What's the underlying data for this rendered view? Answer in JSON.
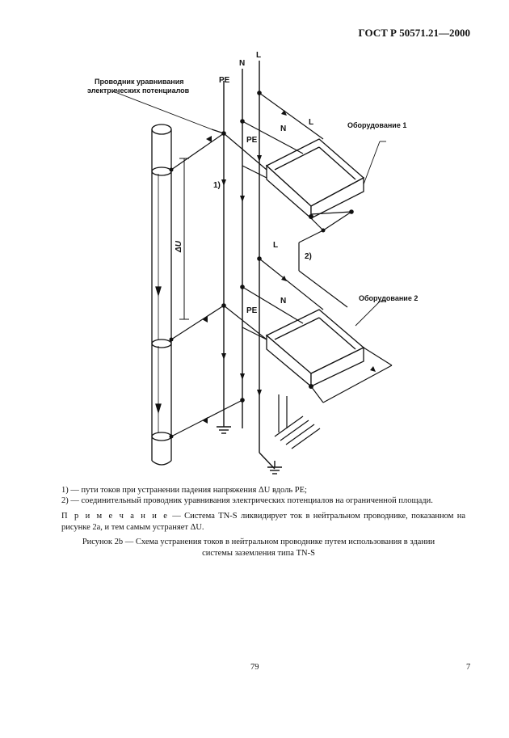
{
  "header": {
    "doc_code": "ГОСТ Р 50571.21—2000"
  },
  "figure": {
    "label_conductor_line1": "Проводник уравнивания",
    "label_conductor_line2": "электрических потенциалов",
    "label_N": "N",
    "label_L": "L",
    "label_PE": "PE",
    "label_1": "1)",
    "label_2": "2)",
    "label_dU": "ΔU",
    "label_equipment_1": "Оборудование 1",
    "label_equipment_2": "Оборудование 2"
  },
  "footnotes": {
    "note1": "1) — пути токов при устранении падения напряжения ΔU вдоль PE;",
    "note2": "2) — соединительный проводник уравнивания электрических потенциалов на ограниченной площади."
  },
  "remark": {
    "lead": "П р и м е ч а н и е",
    "text": " — Система TN-S ликвидирует ток в нейтральном проводнике, показанном на рисунке 2а, и тем самым устраняет ΔU."
  },
  "caption": {
    "line1": "Рисунок 2b — Схема устранения токов в нейтральном проводнике путем использования в здании",
    "line2": "системы заземления типа TN-S"
  },
  "footer": {
    "page_center": "79",
    "page_right": "7"
  }
}
